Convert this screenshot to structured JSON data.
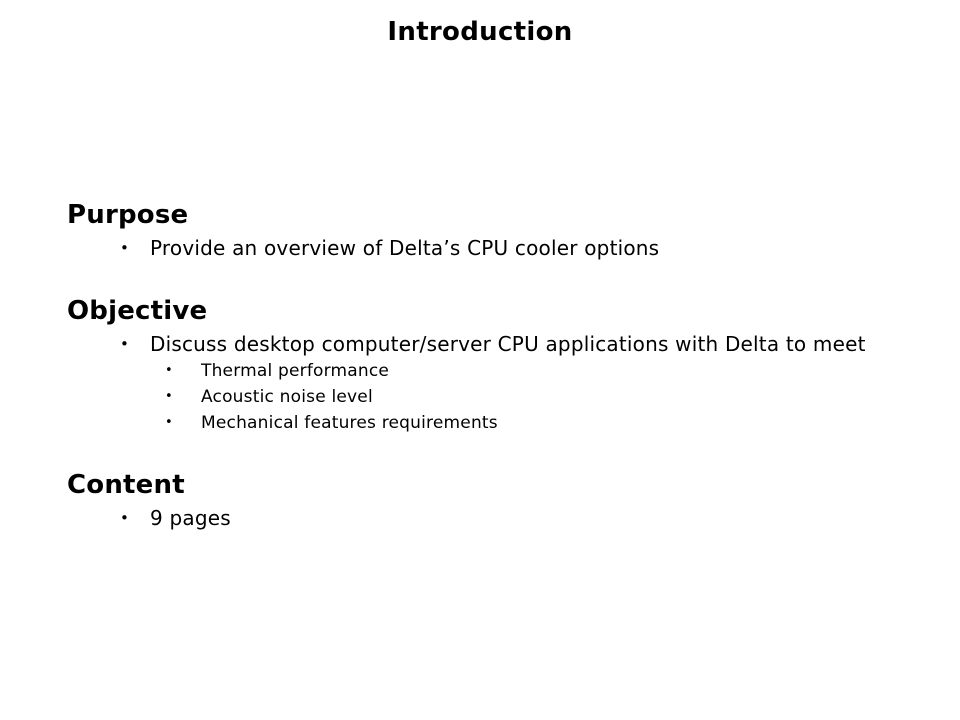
{
  "slide": {
    "title": "Introduction",
    "bullet_char": "•",
    "sections": [
      {
        "heading": "Purpose",
        "bullets": [
          {
            "text": "Provide an overview of Delta’s CPU cooler options",
            "sub": []
          }
        ]
      },
      {
        "heading": "Objective",
        "bullets": [
          {
            "text": "Discuss desktop computer/server CPU applications with Delta to meet",
            "sub": [
              "Thermal performance",
              "Acoustic noise level",
              "Mechanical features requirements"
            ]
          }
        ]
      },
      {
        "heading": "Content",
        "bullets": [
          {
            "text": "9 pages",
            "sub": []
          }
        ]
      }
    ]
  },
  "colors": {
    "background": "#ffffff",
    "text": "#000000"
  }
}
